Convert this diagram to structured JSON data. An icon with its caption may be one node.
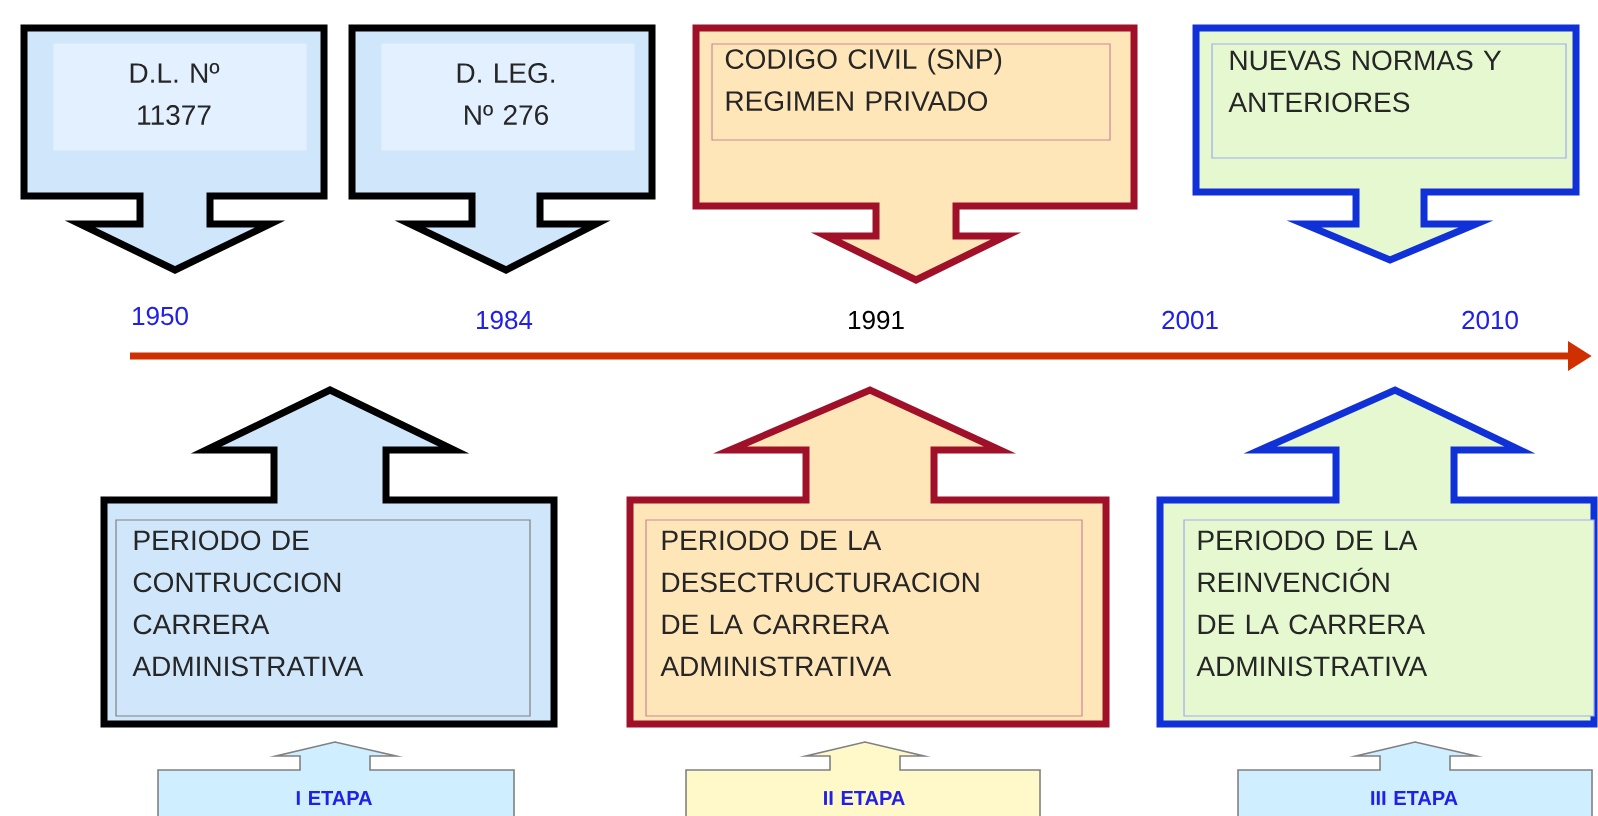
{
  "diagram": {
    "nodes": [
      {
        "text": [
          "D.L. Nº 11377"
        ]
      },
      {
        "text": [
          "D. LEG. Nº 276"
        ]
      },
      {
        "text": [
          "CODIGO CIVIL (SNP) REGIMEN PRIVADO"
        ]
      },
      {
        "text": [
          "NUEVAS NORMAS Y ANTERIORES"
        ]
      },
      {
        "text": [
          "PERIODO DE CONTRUCCION CARRERA ADMINISTRATIVA"
        ]
      },
      {
        "text": [
          "PERIODO DE LA DESECTRUCTURACION DE LA CARRERA ADMINISTRATIVA"
        ]
      },
      {
        "text": [
          "PERIODO DE LA REINVENCIÓN DE LA CARRERA ADMINISTRATIVA"
        ]
      },
      {
        "text": [
          "I ETAPA"
        ]
      },
      {
        "text": [
          "II ETAPA"
        ]
      },
      {
        "text": [
          "III ETAPA"
        ]
      }
    ],
    "labels": [
      "1950",
      "1984",
      "1991",
      "2001",
      "2010"
    ]
  }
}
